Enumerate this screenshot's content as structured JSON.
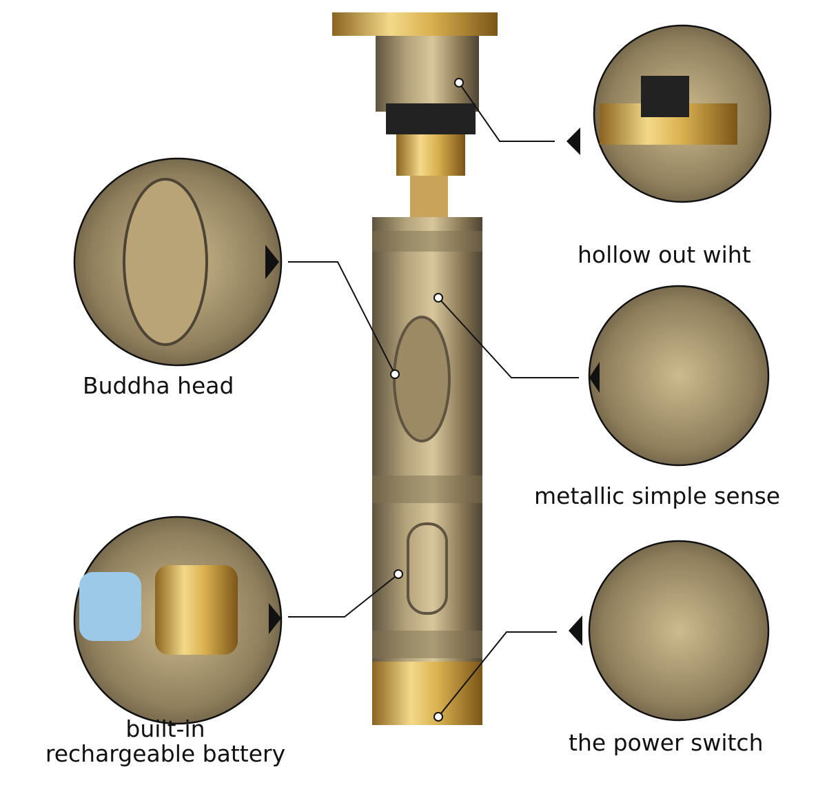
{
  "labels": {
    "blade": "hollow out wiht",
    "buddha": "Buddha head",
    "metal": "metallic simple sense",
    "battery_line1": "built-in",
    "battery_line2": "rechargeable battery",
    "switch": "the power switch"
  },
  "colors": {
    "gold": "#d8b25a",
    "bronze": "#8a7a58",
    "line": "#111111"
  }
}
